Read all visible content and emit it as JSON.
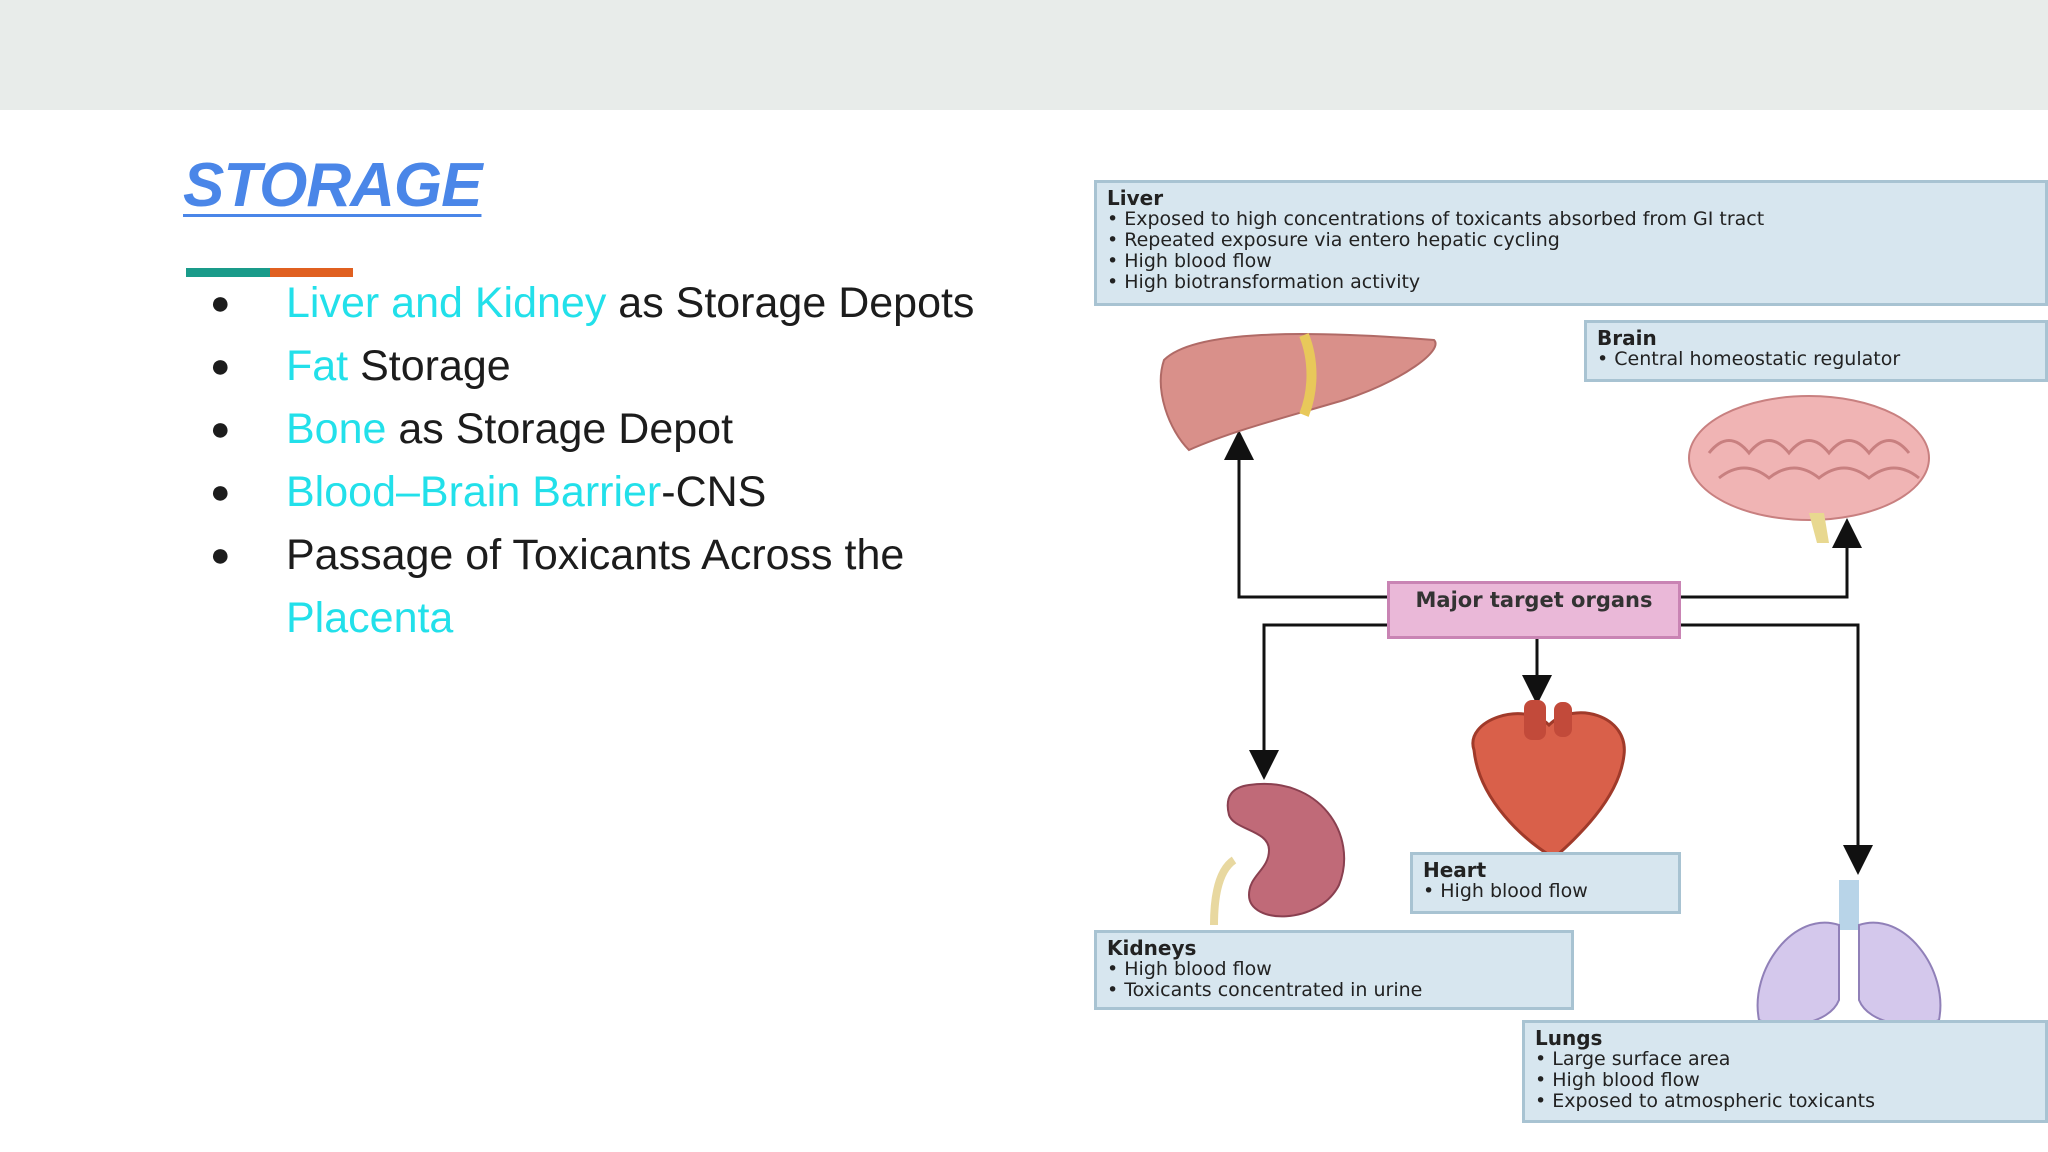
{
  "slide": {
    "title": "STORAGE",
    "bullets": [
      {
        "parts": [
          {
            "text": "Liver and Kidney",
            "hl": true
          },
          {
            "text": " as Storage Depots",
            "hl": false
          }
        ]
      },
      {
        "parts": [
          {
            "text": "Fat ",
            "hl": true
          },
          {
            "text": " Storage",
            "hl": false
          }
        ]
      },
      {
        "parts": [
          {
            "text": "Bone",
            "hl": true
          },
          {
            "text": " as Storage Depot",
            "hl": false
          }
        ]
      },
      {
        "parts": [
          {
            "text": "Blood–Brain Barrier",
            "hl": true
          },
          {
            "text": "-CNS",
            "hl": false
          }
        ]
      },
      {
        "parts": [
          {
            "text": "Passage of Toxicants Across the ",
            "hl": false
          },
          {
            "text": "Placenta",
            "hl": true
          }
        ]
      }
    ]
  },
  "diagram": {
    "hub": "Major target organs",
    "liver": {
      "title": "Liver",
      "items": [
        "• Exposed to high concentrations of toxicants absorbed from GI tract",
        "• Repeated exposure via entero hepatic cycling",
        "• High blood flow",
        "• High biotransformation activity"
      ]
    },
    "brain": {
      "title": "Brain",
      "items": [
        "• Central homeostatic regulator"
      ]
    },
    "heart": {
      "title": "Heart",
      "items": [
        "• High blood flow"
      ]
    },
    "kidneys": {
      "title": "Kidneys",
      "items": [
        "• High blood flow",
        "• Toxicants concentrated in urine"
      ]
    },
    "lungs": {
      "title": "Lungs",
      "items": [
        "• Large surface area",
        "• High blood flow",
        "• Exposed to atmospheric toxicants"
      ]
    }
  },
  "colors": {
    "title": "#4a86e8",
    "highlight": "#22e0ea",
    "accent_teal": "#1a9b8a",
    "accent_orange": "#e06020",
    "topbar": "#e8ecea"
  },
  "icons": [
    "bullet-dot",
    "liver-icon",
    "brain-icon",
    "heart-icon",
    "kidney-icon",
    "lungs-icon"
  ]
}
